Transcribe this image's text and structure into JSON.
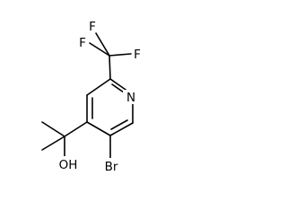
{
  "molecule": {
    "atoms": {
      "f_top": "F",
      "f_left": "F",
      "f_right": "F",
      "n": "N",
      "br": "Br",
      "oh": "OH"
    }
  }
}
